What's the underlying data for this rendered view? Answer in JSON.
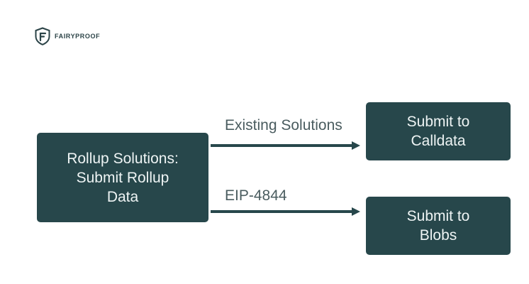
{
  "brand": {
    "name": "FAIRYPROOF",
    "logo_icon": "fairyproof-shield-f-icon"
  },
  "colors": {
    "box_fill": "#27474b",
    "box_text": "#eef4f4",
    "arrow": "#27474b",
    "label": "#4a5c5f"
  },
  "diagram": {
    "source": {
      "label": "Rollup Solutions:\nSubmit Rollup\nData"
    },
    "targets": [
      {
        "label": "Submit to\nCalldata"
      },
      {
        "label": "Submit to\nBlobs"
      }
    ],
    "edges": [
      {
        "label": "Existing Solutions"
      },
      {
        "label": "EIP-4844"
      }
    ]
  }
}
